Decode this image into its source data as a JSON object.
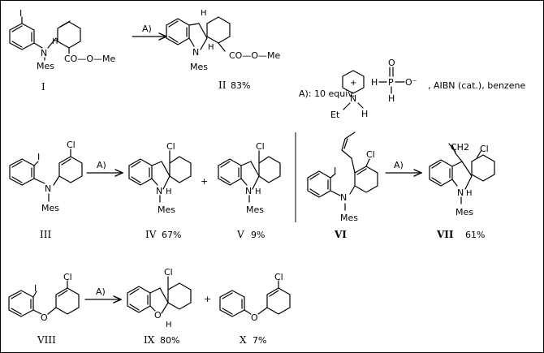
{
  "atoms": {
    "iodo": "I",
    "nitrogen": "N",
    "oxygen": "O",
    "hydrogen": "H",
    "mesityl": "Mes",
    "chloro": "Cl",
    "ester": "CO—O—Me",
    "vinyl": "CH2",
    "ethyl": "Et",
    "plus_charge": "+",
    "hyp_h": "H",
    "hyp_p": "P",
    "hyp_o_top": "O",
    "hyp_o_minus": "O⁻"
  },
  "reaction_arrow_label": "A)",
  "conditions": {
    "label": "A): 10 equiv.",
    "tail": ", AIBN (cat.), benzene"
  },
  "compounds": {
    "I": {
      "id": "I"
    },
    "II": {
      "id": "II",
      "yield": "83%"
    },
    "III": {
      "id": "III"
    },
    "IV": {
      "id": "IV",
      "yield": "67%"
    },
    "V": {
      "id": "V",
      "yield": "9%"
    },
    "VI": {
      "id": "VI"
    },
    "VII": {
      "id": "VII",
      "yield": "61%"
    },
    "VIII": {
      "id": "VIII"
    },
    "IX": {
      "id": "IX",
      "yield": "80%"
    },
    "X": {
      "id": "X",
      "yield": "7%"
    }
  },
  "plus_sign": "+"
}
